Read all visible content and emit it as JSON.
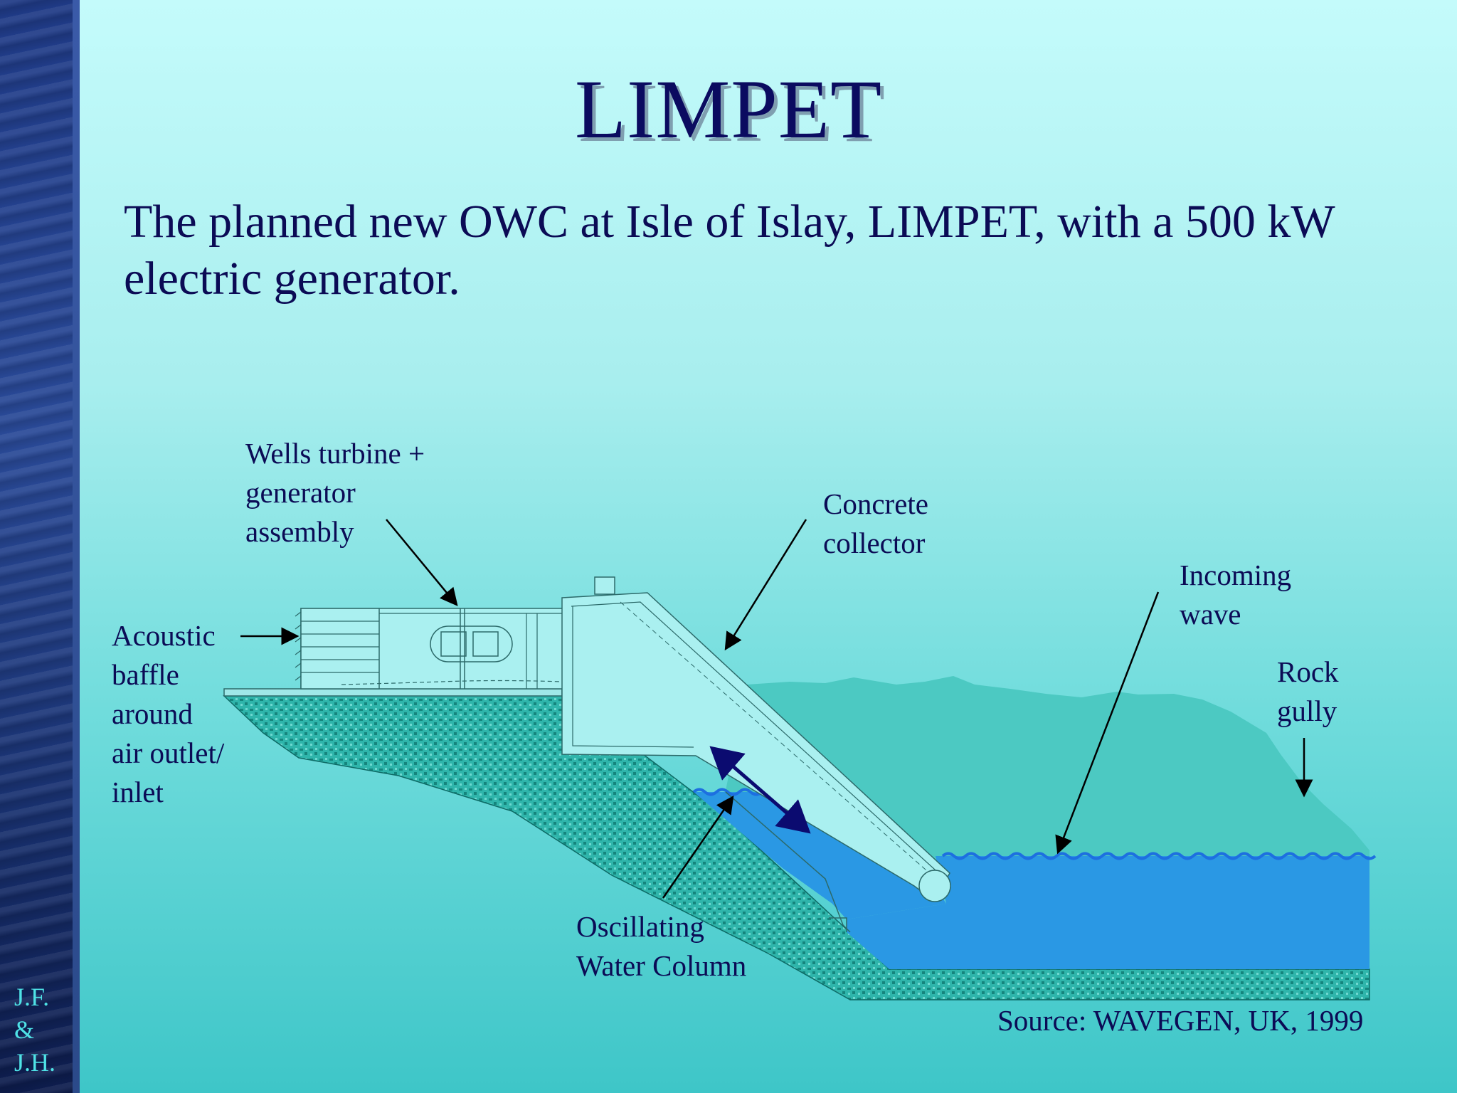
{
  "slide": {
    "title": "LIMPET",
    "subtitle": "The planned new OWC at Isle of Islay, LIMPET, with a 500 kW electric generator.",
    "initials": [
      "J.F.",
      "&",
      "J.H."
    ]
  },
  "diagram": {
    "labels": {
      "turbine": [
        "Wells turbine +",
        "generator",
        "assembly"
      ],
      "collector": [
        "Concrete",
        "collector"
      ],
      "baffle": [
        "Acoustic",
        "baffle",
        "around",
        "air outlet/",
        "inlet"
      ],
      "wave": [
        "Incoming",
        "wave"
      ],
      "gully": [
        "Rock",
        "gully"
      ],
      "owc": [
        "Oscillating",
        "Water Column"
      ]
    },
    "source": "Source: WAVEGEN, UK, 1999"
  },
  "colors": {
    "text": "#0b0b55",
    "water": "#2a98e4",
    "rock": "#2fb5ab",
    "hill": "#4cc9c2",
    "structure": "#aaf0f0"
  }
}
